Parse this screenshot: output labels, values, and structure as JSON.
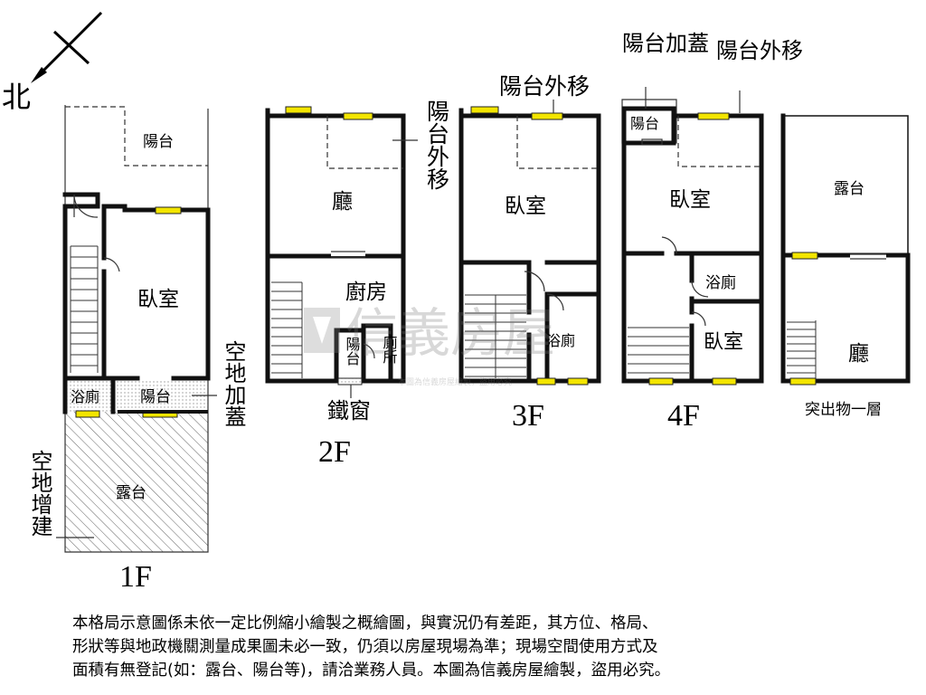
{
  "compass": {
    "north_label": "北"
  },
  "watermark": {
    "brand": "信義房屋",
    "small_text": "本圖為信義房屋繪製，盜用必究"
  },
  "floors": {
    "f1": {
      "label": "1F",
      "rooms": {
        "balcony": "陽台",
        "bedroom": "臥室",
        "bathroom": "浴廁",
        "balcony2": "陽台",
        "terrace": "露台"
      },
      "notes": {
        "vacant_cover": "空地加蓋",
        "vacant_extension": "空地增建"
      }
    },
    "f2": {
      "label": "2F",
      "rooms": {
        "hall": "廳",
        "kitchen": "廚房",
        "balcony": "陽台",
        "toilet": "廁所"
      },
      "notes": {
        "balcony_moved": "陽台外移",
        "iron_window": "鐵窗"
      }
    },
    "f3": {
      "label": "3F",
      "rooms": {
        "bedroom": "臥室",
        "bathroom": "浴廁"
      },
      "notes": {
        "balcony_moved": "陽台外移"
      }
    },
    "f4": {
      "label": "4F",
      "rooms": {
        "balcony": "陽台",
        "bedroom": "臥室",
        "bathroom": "浴廁",
        "bedroom2": "臥室"
      },
      "notes": {
        "balcony_cover": "陽台加蓋",
        "balcony_moved": "陽台外移"
      }
    },
    "roof": {
      "label": "突出物一層",
      "rooms": {
        "terrace": "露台",
        "hall": "廳"
      }
    }
  },
  "disclaimer": {
    "line1": "本格局示意圖係未依一定比例縮小繪製之概繪圖，與實況仍有差距，其方位、格局、",
    "line2": "形狀等與地政機關測量成果圖未必一致，仍須以房屋現場為準；現場空間使用方式及",
    "line3": "面積有無登記(如：露台、陽台等)，請洽業務人員。本圖為信義房屋繪製，盜用必究。"
  }
}
